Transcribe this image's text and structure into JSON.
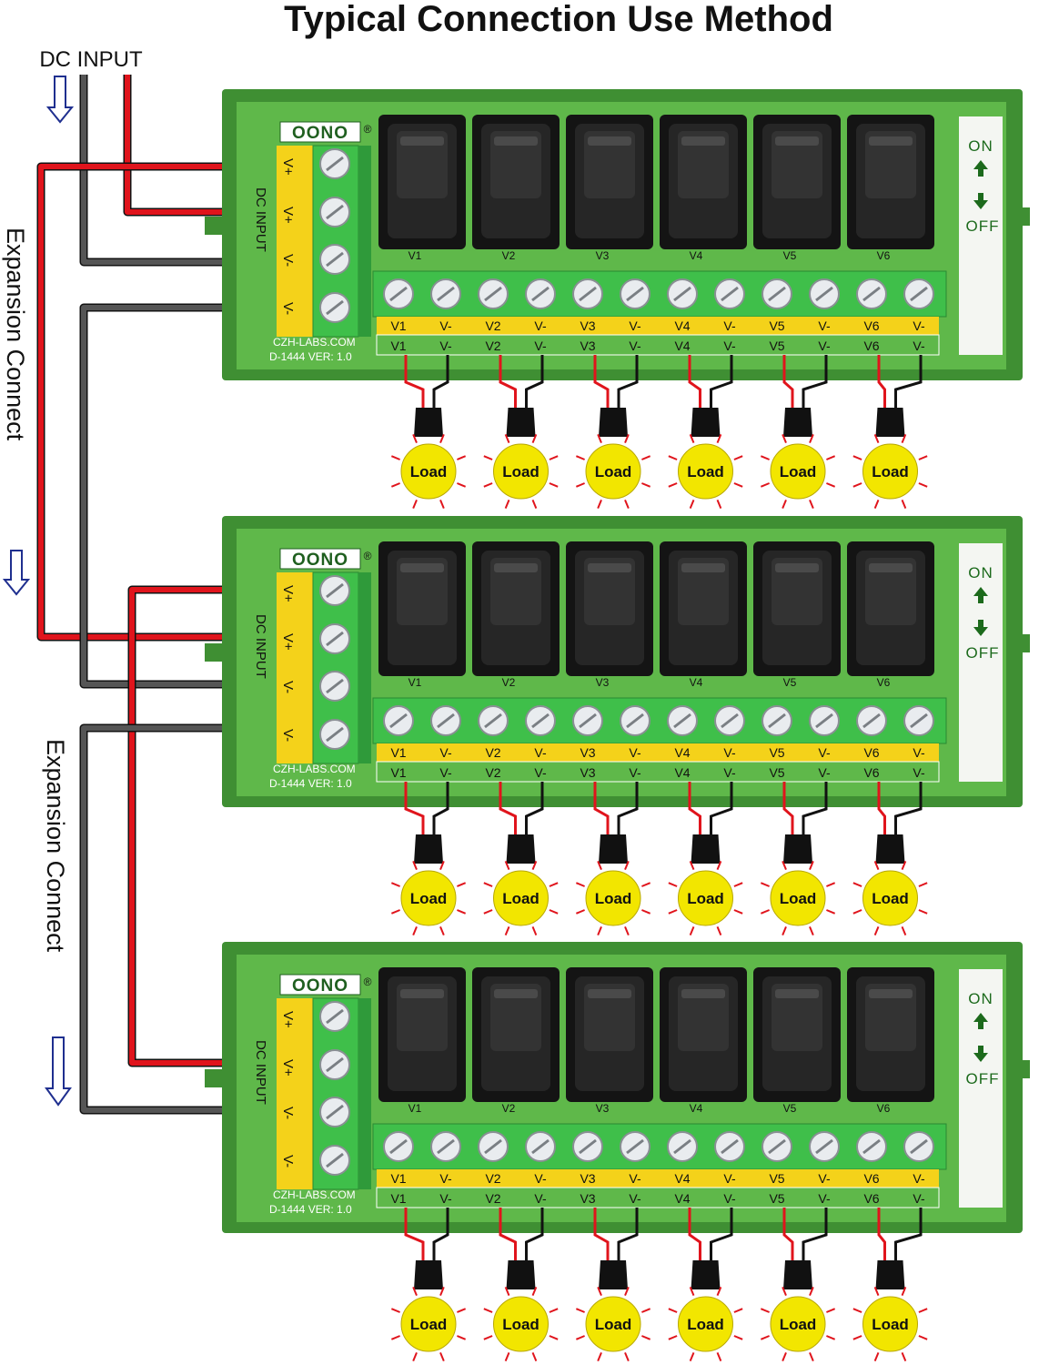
{
  "title": "Typical Connection Use Method",
  "dc_input_label": "DC INPUT",
  "expansion_label": "Expansion Connect",
  "module": {
    "brand": "OONO",
    "registered": "®",
    "website": "CZH-LABS.COM",
    "model": "D-1444  VER: 1.0",
    "dc_input_vertical": "DC INPUT",
    "input_pins": [
      "V+",
      "V+",
      "V-",
      "V-"
    ],
    "on_label": "ON",
    "off_label": "OFF",
    "channels": [
      "V1",
      "V2",
      "V3",
      "V4",
      "V5",
      "V6"
    ],
    "negative_label": "V-",
    "switch_small_labels": [
      "V1",
      "V2",
      "V3",
      "V4",
      "V5",
      "V6"
    ]
  },
  "load_label": "Load",
  "colors": {
    "board_green": "#5fb84a",
    "dark_green": "#3f8f33",
    "terminal_green": "#3fbf4a",
    "label_yellow": "#f4d21a",
    "wire_red": "#e0141c",
    "wire_gray": "#555555",
    "bulb_yellow": "#f2e600",
    "arrow_blue": "#1f2f8f"
  },
  "modules_count": 3,
  "icons": [
    "arrow-down-outline-icon",
    "arrow-up-icon",
    "arrow-down-icon",
    "rocker-switch-icon",
    "screw-terminal-icon",
    "bulb-icon"
  ]
}
